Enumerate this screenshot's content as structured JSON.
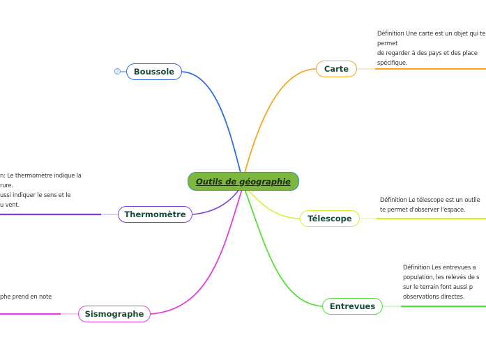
{
  "root": {
    "label": "Outils de géographie",
    "fill": "#7cb83f",
    "border": "#3f8fbf"
  },
  "branches": [
    {
      "id": "boussole",
      "label": "Boussole",
      "color": "#2f6ce5",
      "collapsed_count": "2",
      "note": ""
    },
    {
      "id": "carte",
      "label": "Carte",
      "color": "#f5a623",
      "note": "Définition Une carte est un objet qui te\npermet\nde regarder à des pays et des place\nspécifique."
    },
    {
      "id": "thermometre",
      "label": "Thermomètre",
      "color": "#7b3fe0",
      "note": "n: Le thermomètre indique la\nrure.\nussi indiquer le sens et le\nu vent."
    },
    {
      "id": "telescope",
      "label": "Télescope",
      "color": "#d7ef2a",
      "note": "Définition Le télescope est un outile\nte permet d'observer l'espace."
    },
    {
      "id": "entrevues",
      "label": "Entrevues",
      "color": "#55e03a",
      "note": "Définition Les entrevues a\npopulation, les relevés de s\nsur le terrain font aussi p\nobservations directes."
    },
    {
      "id": "sismographe",
      "label": "Sismographe",
      "color": "#e53de0",
      "note": "phe prend en note"
    }
  ]
}
